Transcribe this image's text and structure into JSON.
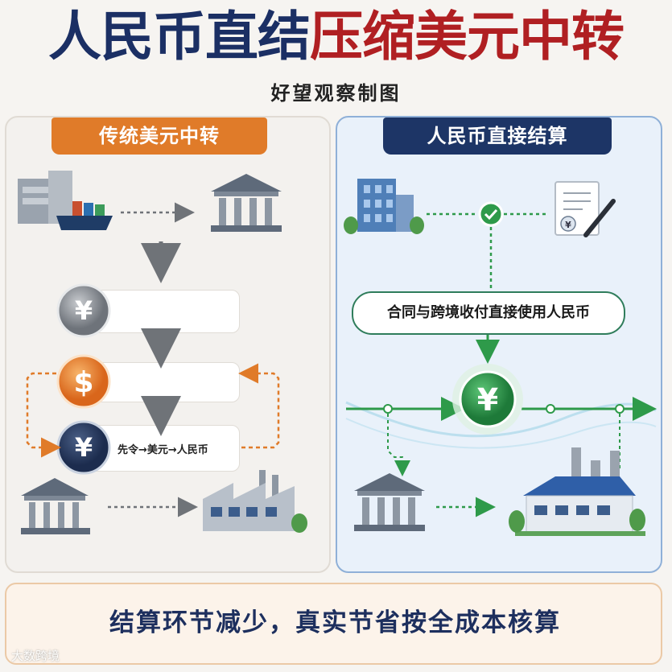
{
  "title": {
    "part1": "人民币直结",
    "part2": "压缩美元中转"
  },
  "subtitle": "好望观察制图",
  "left_panel": {
    "tag": "传统美元中转",
    "flow_label": "先令→美元→人民币"
  },
  "right_panel": {
    "tag": "人民币直接结算",
    "contract_label": "合同与跨境收付直接使用人民币"
  },
  "bottom": {
    "text": "结算环节减少，真实节省按全成本核算"
  },
  "watermark": "大数跨境",
  "colors": {
    "navy": "#1b2f64",
    "red": "#b01f22",
    "orange": "#e07b29",
    "green": "#2e9a4a"
  }
}
